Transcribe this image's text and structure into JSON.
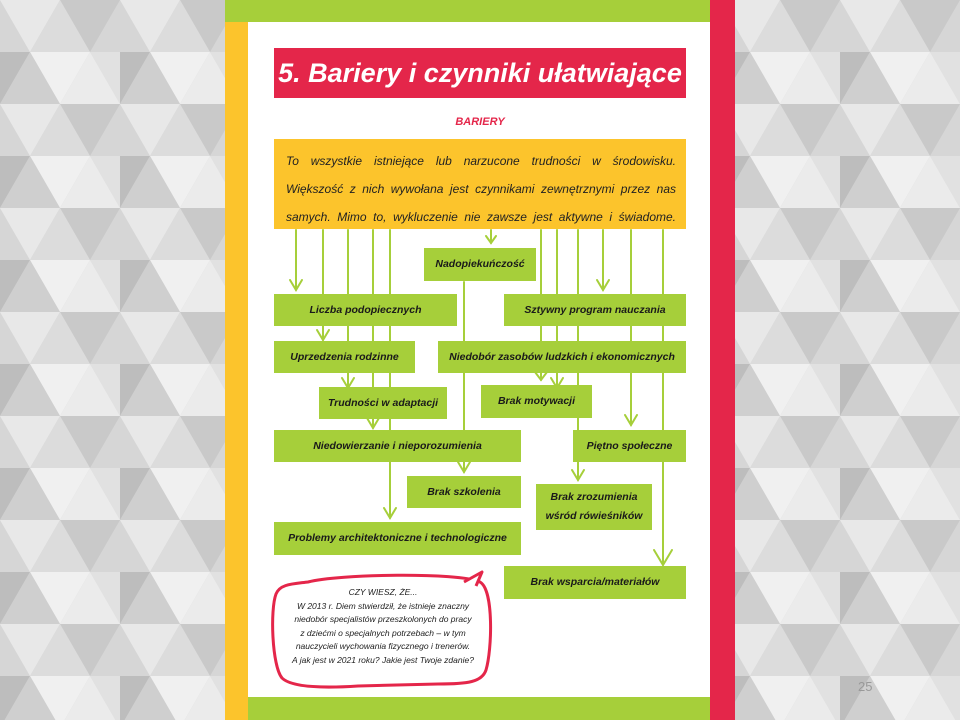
{
  "title": "5. Bariery i czynniki ułatwiające",
  "section_heading": "BARIERY",
  "intro_lines": [
    "To wszystkie istniejące lub narzucone trudności w środowisku.",
    "Większość z nich wywołana jest czynnikami zewnętrznymi przez nas",
    "samych. Mimo to, wykluczenie nie zawsze jest aktywne i świadome."
  ],
  "barriers": [
    "Nadopiekuńczość",
    "Liczba podopiecznych",
    "Sztywny program nauczania",
    "Uprzedzenia rodzinne",
    "Niedobór zasobów ludzkich i ekonomicznych",
    "Trudności w adaptacji",
    "Brak motywacji",
    "Niedowierzanie i nieporozumienia",
    "Piętno społeczne",
    "Brak szkolenia",
    "Brak zrozumienia",
    "wśród rówieśników",
    "Problemy architektoniczne i technologiczne",
    "Brak wsparcia/materiałów"
  ],
  "did_you_know": {
    "heading": "CZY WIESZ, ŻE...",
    "lines": [
      "W 2013 r. Diem stwierdził, że istnieje znaczny",
      "niedobór specjalistów przeszkolonych do pracy",
      "z dziećmi o specjalnych potrzebach – w tym",
      "nauczycieli wychowania fizycznego i trenerów.",
      "A jak jest w 2021 roku? Jakie jest Twoje zdanie?"
    ]
  },
  "page_number": "25",
  "colors": {
    "red": "#e4264a",
    "yellow": "#fcc42c",
    "green": "#a6cf3a",
    "background": "#d9d9d9"
  }
}
